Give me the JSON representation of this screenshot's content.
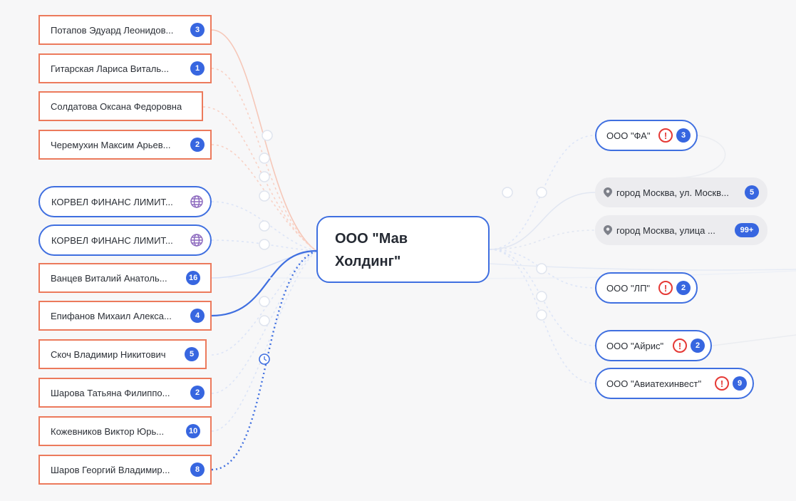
{
  "center": {
    "line1": "ООО \"Мав",
    "line2": "Холдинг\""
  },
  "people": [
    {
      "name": "Потапов Эдуард Леонидов...",
      "count": "3"
    },
    {
      "name": "Гитарская Лариса Виталь...",
      "count": "1"
    },
    {
      "name": "Солдатова Оксана Федоровна",
      "count": ""
    },
    {
      "name": "Черемухин Максим Арьев...",
      "count": "2"
    },
    {
      "name": "Ванцев Виталий Анатоль...",
      "count": "16"
    },
    {
      "name": "Епифанов Михаил Алекса...",
      "count": "4"
    },
    {
      "name": "Скоч Владимир Никитович",
      "count": "5"
    },
    {
      "name": "Шарова Татьяна Филиппо...",
      "count": "2"
    },
    {
      "name": "Кожевников Виктор Юрь...",
      "count": "10"
    },
    {
      "name": "Шаров Георгий Владимир...",
      "count": "8"
    }
  ],
  "foreign": [
    {
      "name": "КОРВЕЛ ФИНАНС ЛИМИТ...",
      "icon": "globe-icon"
    },
    {
      "name": "КОРВЕЛ ФИНАНС ЛИМИТ...",
      "icon": "globe-icon"
    }
  ],
  "companies": [
    {
      "name": "ООО \"ФА\"",
      "warn": "!",
      "count": "3"
    },
    {
      "name": "ООО \"ЛП\"",
      "warn": "!",
      "count": "2"
    },
    {
      "name": "ООО \"Айрис\"",
      "warn": "!",
      "count": "2"
    },
    {
      "name": "ООО \"Авиатехинвест\"",
      "warn": "!",
      "count": "9"
    }
  ],
  "addresses": [
    {
      "text": "город Москва, ул. Москв...",
      "count": "5",
      "icon": "location-pin-icon"
    },
    {
      "text": "город Москва, улица ...",
      "count": "99+",
      "icon": "location-pin-icon"
    }
  ],
  "colors": {
    "person_border": "#ec7a5c",
    "company_border": "#3f6fe0",
    "badge": "#3766e0",
    "warning": "#e53935",
    "globe": "#8e6bbf"
  }
}
